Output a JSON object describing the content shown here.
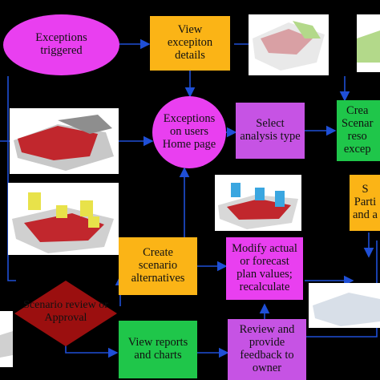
{
  "nodes": {
    "exceptions_triggered": "Exceptions\ntriggered",
    "view_exception_details": "View\nexcepiton\ndetails",
    "exceptions_home_page": "Exceptions\non users\nHome page",
    "select_analysis_type": "Select\nanalysis type",
    "create_scenario_partial": "Crea\nScenar\nreso\nexcep",
    "select_partial": "S\nParti\nand a",
    "create_scenario_alternatives": "Create\nscenario\nalternatives",
    "modify_actual": "Modify actual\nor forecast\nplan values;\nrecalculate",
    "scenario_review": "Scenario review or\nApproval",
    "view_reports": "View reports\nand charts",
    "review_feedback": "Review and\nprovide\nfeedback to\nowner"
  },
  "colors": {
    "link": "#1f4fd6",
    "magenta": "#e93ff0",
    "orange": "#fbb416",
    "purple": "#c653e4",
    "green": "#1fc64a",
    "diamond": "#9b0f0f"
  },
  "icons": [
    "terrain-model-3d-image",
    "building-massing-image",
    "site-plan-image"
  ]
}
